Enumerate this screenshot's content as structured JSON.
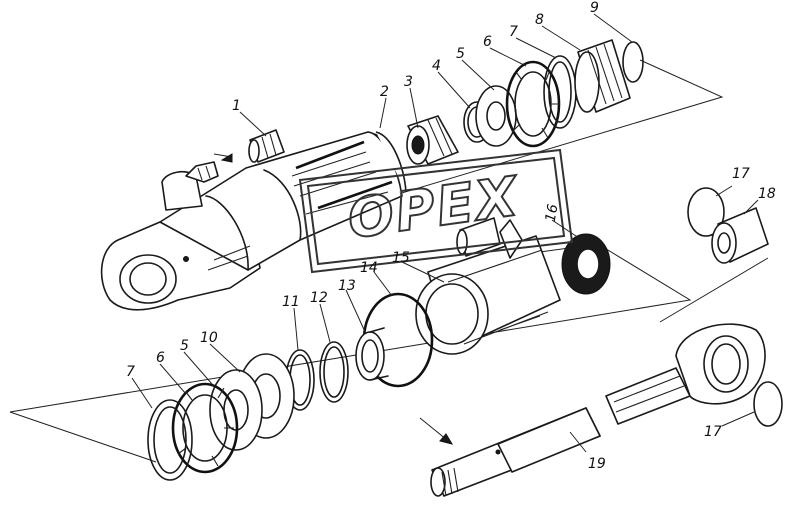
{
  "watermark": {
    "text": "OPEX"
  },
  "callouts": [
    {
      "id": "c1",
      "text": "1"
    },
    {
      "id": "c2",
      "text": "2"
    },
    {
      "id": "c3",
      "text": "3"
    },
    {
      "id": "c4t",
      "text": "4"
    },
    {
      "id": "c5t",
      "text": "5"
    },
    {
      "id": "c6t",
      "text": "6"
    },
    {
      "id": "c7t",
      "text": "7"
    },
    {
      "id": "c8",
      "text": "8"
    },
    {
      "id": "c9",
      "text": "9"
    },
    {
      "id": "c16",
      "text": "16"
    },
    {
      "id": "c15",
      "text": "15"
    },
    {
      "id": "c14",
      "text": "14"
    },
    {
      "id": "c17t",
      "text": "17"
    },
    {
      "id": "c18",
      "text": "18"
    },
    {
      "id": "c11",
      "text": "11"
    },
    {
      "id": "c12",
      "text": "12"
    },
    {
      "id": "c13",
      "text": "13"
    },
    {
      "id": "c10",
      "text": "10"
    },
    {
      "id": "c5b",
      "text": "5"
    },
    {
      "id": "c6b",
      "text": "6"
    },
    {
      "id": "c7b",
      "text": "7"
    },
    {
      "id": "c17b",
      "text": "17"
    },
    {
      "id": "c19",
      "text": "19"
    }
  ]
}
